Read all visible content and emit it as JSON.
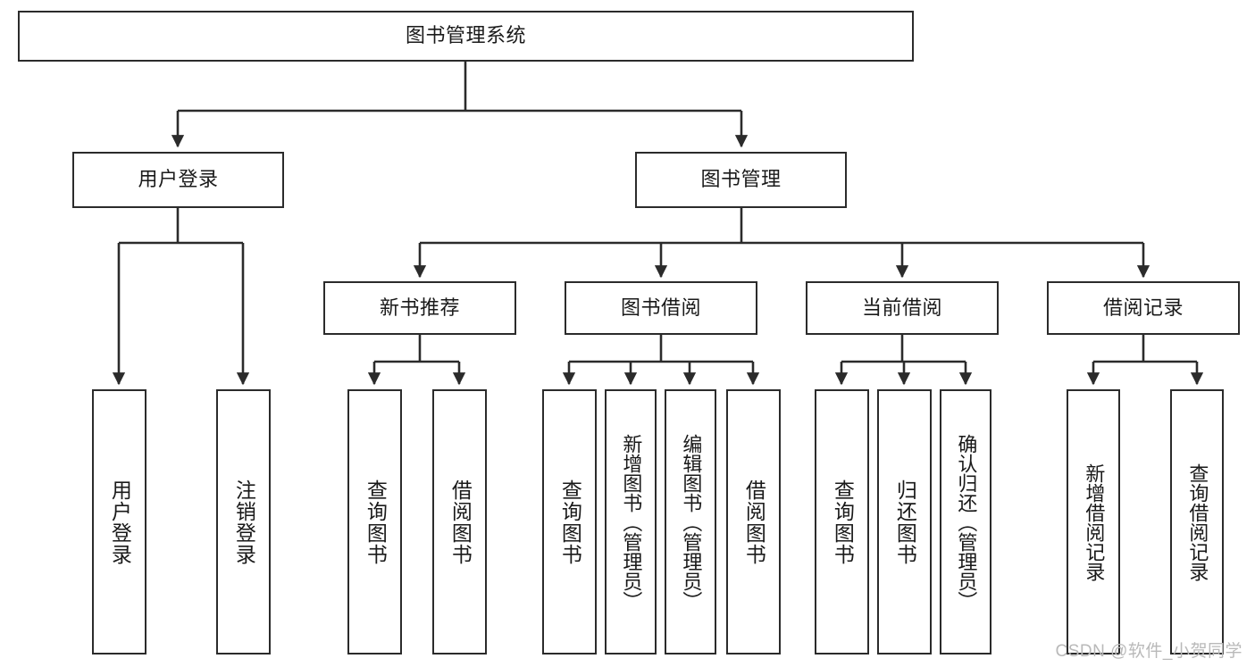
{
  "diagram": {
    "title": "图书管理系统",
    "watermark": "CSDN @软件_小贺同学",
    "colors": {
      "box_border": "#2b2b2b",
      "connector": "#2b2b2b",
      "background": "#ffffff",
      "text": "#1a1a1a",
      "watermark": "#b9b9b9"
    },
    "root": {
      "label": "图书管理系统"
    },
    "level2": [
      {
        "label": "用户登录"
      },
      {
        "label": "图书管理"
      }
    ],
    "level3": [
      {
        "label": "新书推荐"
      },
      {
        "label": "图书借阅"
      },
      {
        "label": "当前借阅"
      },
      {
        "label": "借阅记录"
      }
    ],
    "leaves": [
      {
        "label": "用户登录"
      },
      {
        "label": "注销登录"
      },
      {
        "label": "查询图书"
      },
      {
        "label": "借阅图书"
      },
      {
        "label": "查询图书"
      },
      {
        "label": "新增图书（管理员）"
      },
      {
        "label": "编辑图书（管理员）"
      },
      {
        "label": "借阅图书"
      },
      {
        "label": "查询图书"
      },
      {
        "label": "归还图书"
      },
      {
        "label": "确认归还（管理员）"
      },
      {
        "label": "新增借阅记录"
      },
      {
        "label": "查询借阅记录"
      }
    ]
  }
}
